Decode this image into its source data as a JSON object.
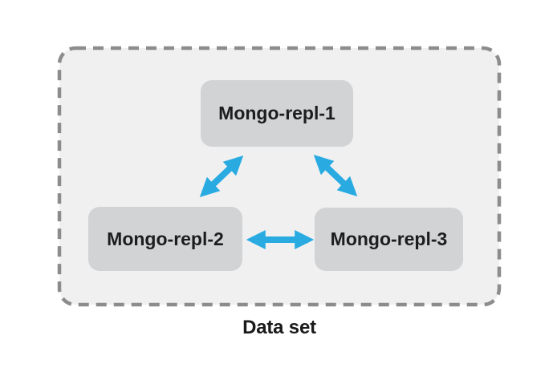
{
  "diagram": {
    "type": "replica-set-topology",
    "container_label": "Data set",
    "nodes": [
      {
        "id": "mongo-repl-1",
        "label": "Mongo-repl-1"
      },
      {
        "id": "mongo-repl-2",
        "label": "Mongo-repl-2"
      },
      {
        "id": "mongo-repl-3",
        "label": "Mongo-repl-3"
      }
    ],
    "edges": [
      {
        "from": "Mongo-repl-1",
        "to": "Mongo-repl-2",
        "bidirectional": true
      },
      {
        "from": "Mongo-repl-1",
        "to": "Mongo-repl-3",
        "bidirectional": true
      },
      {
        "from": "Mongo-repl-2",
        "to": "Mongo-repl-3",
        "bidirectional": true
      }
    ],
    "colors": {
      "background": "#ffffff",
      "container_fill": "#f0f0f1",
      "container_dash": "#8c8c8c",
      "node_fill": "#d2d3d5",
      "node_text": "#1d1d1d",
      "arrow": "#29abe2",
      "label_text": "#1a1a1a"
    }
  }
}
